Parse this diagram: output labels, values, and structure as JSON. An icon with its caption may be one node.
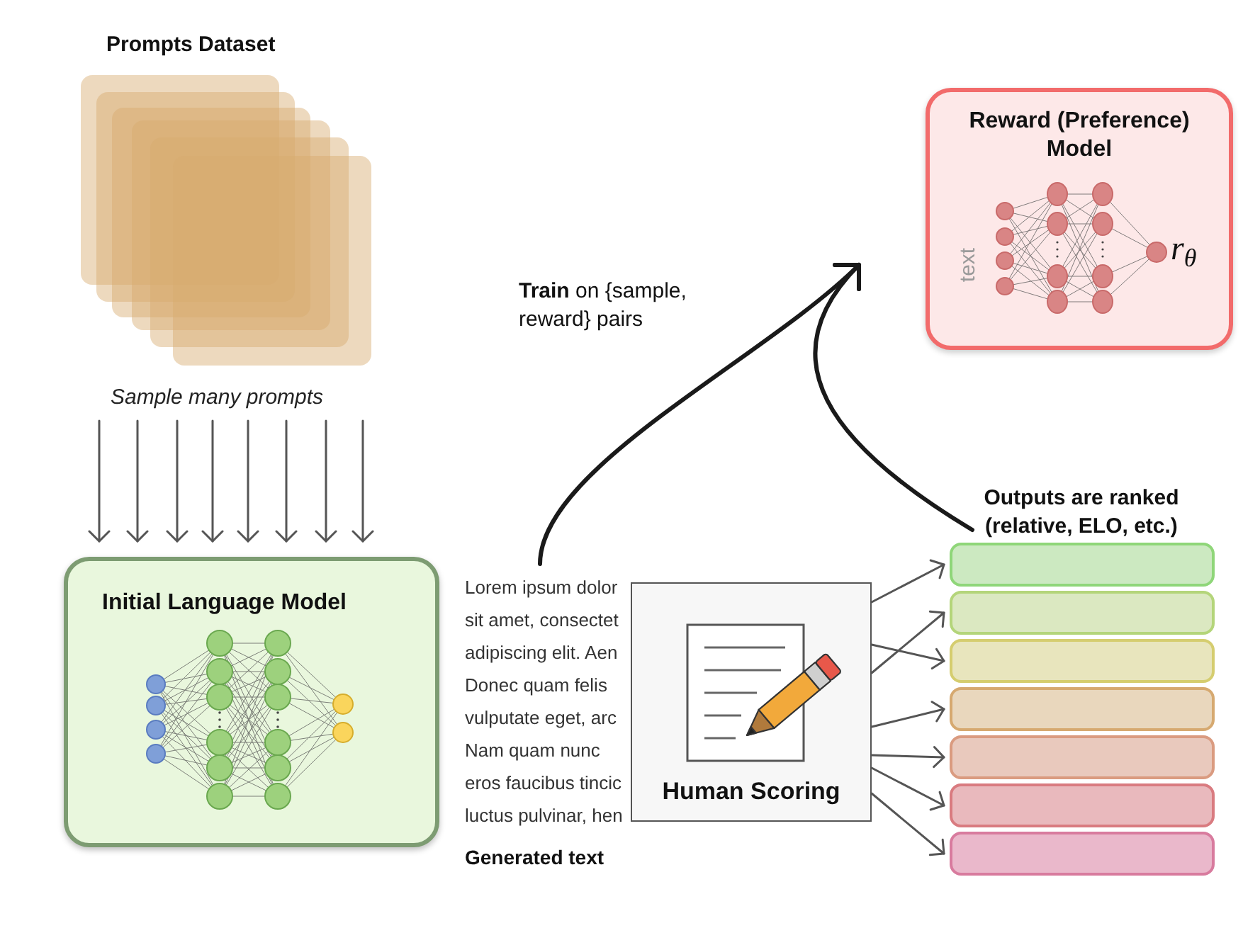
{
  "diagram": {
    "nodes": [
      {
        "text": [
          "Prompts Dataset"
        ],
        "beside": [
          "Sample many prompts"
        ]
      },
      {
        "text": [
          "Initial Language Model"
        ]
      },
      {
        "text": [
          "Lorem ipsum dolor sit amet, consectet adipiscing elit. Aen Donec quam felis vulputate eget, arc Nam quam nunc eros faucibus tincic luctus pulvinar, hen"
        ],
        "beside": [
          "Generated text"
        ]
      },
      {
        "text": [
          "Human Scoring"
        ]
      },
      {
        "text": [
          "Reward (Preference) Model",
          "text",
          "r$_{θ}$"
        ]
      },
      {
        "text": [
          "Outputs are ranked (relative, ELO, etc.)"
        ]
      },
      {
        "text": [],
        "shape": "bar"
      },
      {
        "text": [],
        "shape": "bar"
      },
      {
        "text": [],
        "shape": "bar"
      },
      {
        "text": [],
        "shape": "bar"
      },
      {
        "text": [],
        "shape": "bar"
      },
      {
        "text": [],
        "shape": "bar"
      },
      {
        "text": [],
        "shape": "bar"
      }
    ],
    "edges": [
      {
        "from": 0,
        "to": 1,
        "arrow": "to"
      },
      {
        "from": 0,
        "to": 1,
        "arrow": "to"
      },
      {
        "from": 0,
        "to": 1,
        "arrow": "to"
      },
      {
        "from": 0,
        "to": 1,
        "arrow": "to"
      },
      {
        "from": 0,
        "to": 1,
        "arrow": "to"
      },
      {
        "from": 0,
        "to": 1,
        "arrow": "to"
      },
      {
        "from": 0,
        "to": 1,
        "arrow": "to"
      },
      {
        "from": 0,
        "to": 1,
        "arrow": "to"
      },
      {
        "from": 2,
        "to": 4,
        "arrow": "to",
        "label": "**Train** on {sample, reward} pairs",
        "style": "thick",
        "color": "#1a1a1a"
      },
      {
        "from": 5,
        "to": 4,
        "arrow": "to",
        "style": "thick",
        "color": "#1a1a1a"
      },
      {
        "from": 3,
        "to": 6,
        "arrow": "to"
      },
      {
        "from": 3,
        "to": 8,
        "arrow": "to"
      },
      {
        "from": 3,
        "to": 7,
        "arrow": "to"
      },
      {
        "from": 3,
        "to": 9,
        "arrow": "to"
      },
      {
        "from": 3,
        "to": 10,
        "arrow": "to"
      },
      {
        "from": 3,
        "to": 11,
        "arrow": "to"
      },
      {
        "from": 3,
        "to": 12,
        "arrow": "to"
      }
    ]
  }
}
